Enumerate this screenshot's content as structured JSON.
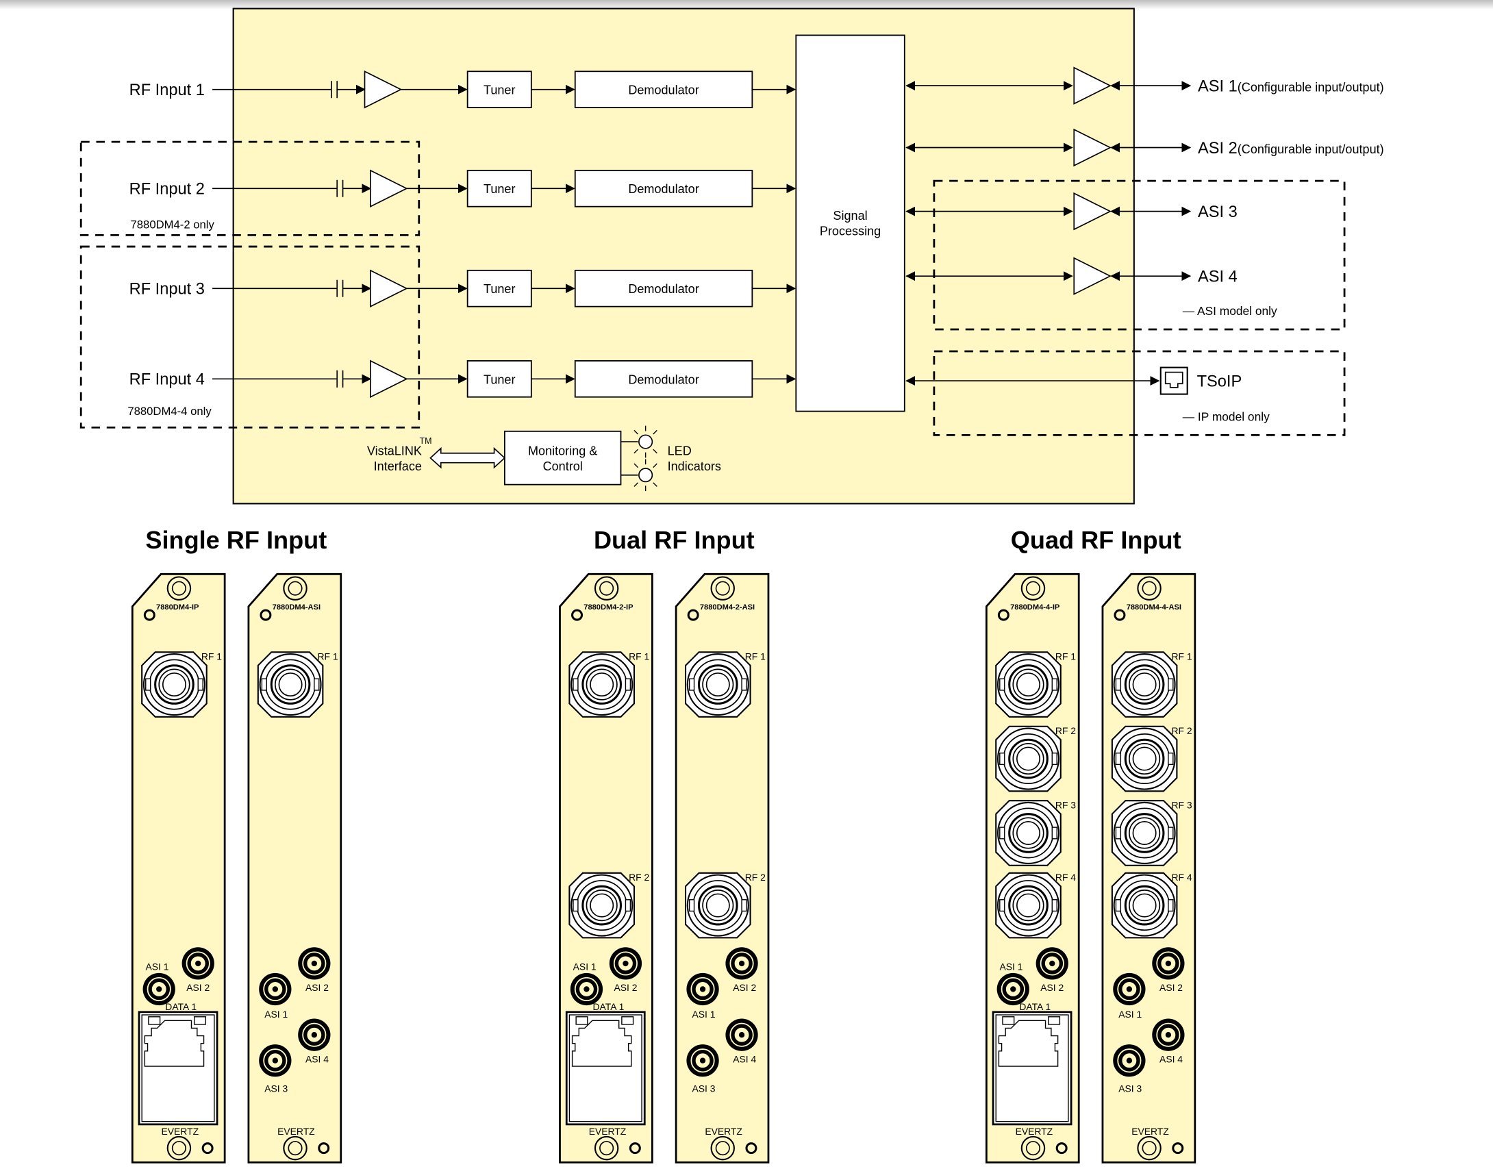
{
  "diagram": {
    "colors": {
      "board_fill": "#fff8c4",
      "panel_fill": "#fff8c4",
      "line": "#000000",
      "block_fill": "#ffffff"
    },
    "inputs": [
      {
        "label": "RF Input 1"
      },
      {
        "label": "RF Input 2"
      },
      {
        "label": "RF Input 3"
      },
      {
        "label": "RF Input 4"
      }
    ],
    "tuner_label": "Tuner",
    "demodulator_label": "Demodulator",
    "signal_processing": {
      "line1": "Signal",
      "line2": "Processing"
    },
    "group_notes": {
      "dm4_2": "7880DM4-2 only",
      "dm4_4": "7880DM4-4 only"
    },
    "outputs": [
      {
        "label": "ASI 1",
        "note": "(Configurable input/output)"
      },
      {
        "label": "ASI 2",
        "note": "(Configurable input/output)"
      },
      {
        "label": "ASI 3",
        "note": ""
      },
      {
        "label": "ASI 4",
        "note": ""
      }
    ],
    "asi_model_note": "— ASI model only",
    "tsoip": {
      "label": "TSoIP",
      "note": "— IP model only"
    },
    "monitoring": {
      "line1": "Monitoring &",
      "line2": "Control"
    },
    "vistalink": {
      "line1": "VistaLINK",
      "line2": "Interface",
      "tm": "TM"
    },
    "led": {
      "line1": "LED",
      "line2": "Indicators"
    }
  },
  "sections": [
    {
      "title": "Single RF Input",
      "panels": [
        {
          "model": "7880DM4-IP",
          "type": "ip",
          "rf": [
            "RF 1"
          ]
        },
        {
          "model": "7880DM4-ASI",
          "type": "asi",
          "rf": [
            "RF 1"
          ]
        }
      ]
    },
    {
      "title": "Dual RF Input",
      "panels": [
        {
          "model": "7880DM4-2-IP",
          "type": "ip",
          "rf": [
            "RF 1",
            "RF 2"
          ]
        },
        {
          "model": "7880DM4-2-ASI",
          "type": "asi",
          "rf": [
            "RF 1",
            "RF 2"
          ]
        }
      ]
    },
    {
      "title": "Quad RF Input",
      "panels": [
        {
          "model": "7880DM4-4-IP",
          "type": "ip",
          "rf": [
            "RF 1",
            "RF 2",
            "RF 3",
            "RF 4"
          ]
        },
        {
          "model": "7880DM4-4-ASI",
          "type": "asi",
          "rf": [
            "RF 1",
            "RF 2",
            "RF 3",
            "RF 4"
          ]
        }
      ]
    }
  ],
  "panel_labels": {
    "asi1": "ASI 1",
    "asi2": "ASI 2",
    "asi3": "ASI 3",
    "asi4": "ASI 4",
    "data1": "DATA 1",
    "brand": "EVERTZ"
  }
}
